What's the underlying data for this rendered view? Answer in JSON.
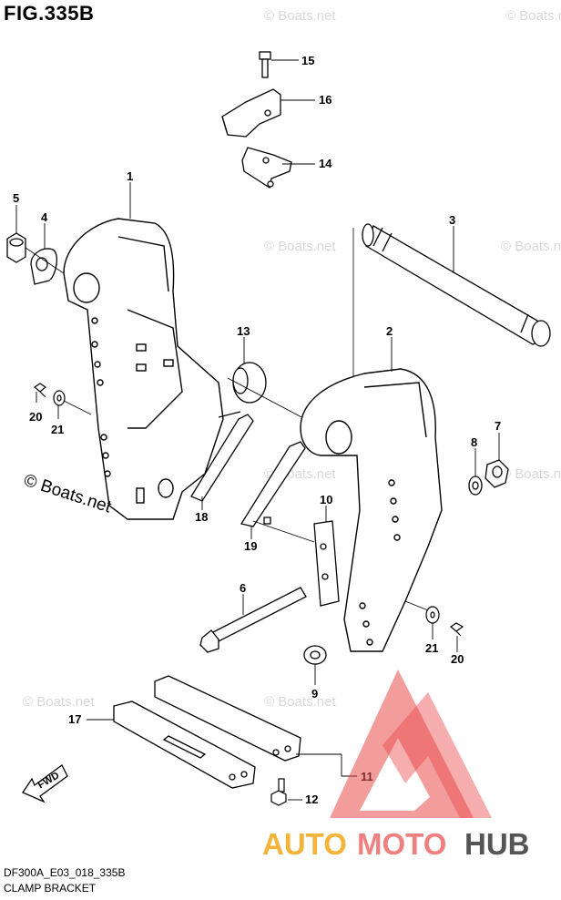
{
  "figure": {
    "title": "FIG.335B",
    "code": "DF300A_E03_018_335B",
    "name": "CLAMP BRACKET"
  },
  "watermarks": {
    "repeat_text": "© Boats.net",
    "bold_text": "© Boats.net"
  },
  "callouts": [
    "1",
    "2",
    "3",
    "4",
    "5",
    "6",
    "7",
    "8",
    "9",
    "10",
    "11",
    "12",
    "13",
    "14",
    "15",
    "16",
    "17",
    "18",
    "19",
    "20",
    "21",
    "21",
    "20"
  ],
  "fwd_label": "FWD",
  "brand_logo": {
    "text_part1": "AUTO",
    "text_part2": "MOTO",
    "text_part3": "HUB",
    "colors": {
      "auto": "#f4b43a",
      "moto": "#f08080",
      "hub": "#555555",
      "triangle": "#e84a4a"
    }
  }
}
